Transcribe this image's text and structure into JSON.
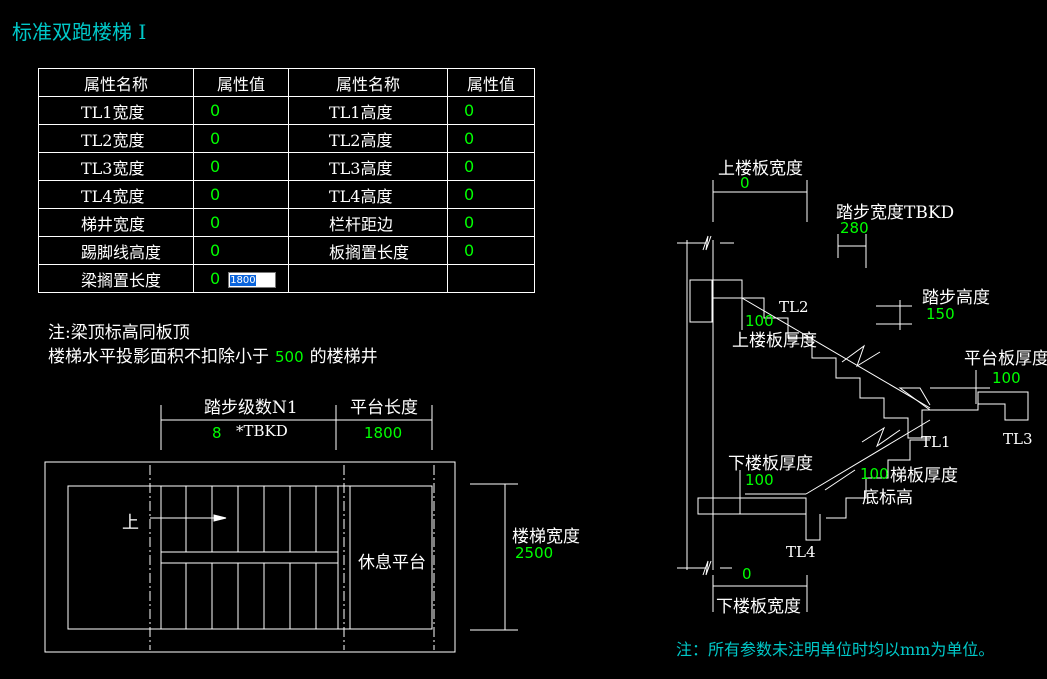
{
  "title": "标准双跑楼梯 I",
  "table": {
    "headers": [
      "属性名称",
      "属性值",
      "属性名称",
      "属性值"
    ],
    "rows": [
      {
        "name1": "TL1宽度",
        "val1": "0",
        "name2": "TL1高度",
        "val2": "0"
      },
      {
        "name1": "TL2宽度",
        "val1": "0",
        "name2": "TL2高度",
        "val2": "0"
      },
      {
        "name1": "TL3宽度",
        "val1": "0",
        "name2": "TL3高度",
        "val2": "0"
      },
      {
        "name1": "TL4宽度",
        "val1": "0",
        "name2": "TL4高度",
        "val2": "0"
      },
      {
        "name1": "梯井宽度",
        "val1": "0",
        "name2": "栏杆距边",
        "val2": "0"
      },
      {
        "name1": "踢脚线高度",
        "val1": "0",
        "name2": "板搁置长度",
        "val2": "0"
      },
      {
        "name1": "梁搁置长度",
        "val1": "0",
        "edit_value": "1800"
      }
    ]
  },
  "notes": {
    "line1": "注:梁顶标高同板顶",
    "line2_prefix": "楼梯水平投影面积不扣除小于",
    "line2_value": "500",
    "line2_suffix": "的楼梯井"
  },
  "plan": {
    "steps_label": "踏步级数N1",
    "steps_value": "8",
    "steps_unit": "*TBKD",
    "landing_label": "平台长度",
    "landing_value": "1800",
    "up_label": "上",
    "rest_label": "休息平台",
    "width_label": "楼梯宽度",
    "width_value": "2500"
  },
  "section": {
    "upper_slab_width_label": "上楼板宽度",
    "upper_slab_width_value": "0",
    "tread_width_label": "踏步宽度TBKD",
    "tread_width_value": "280",
    "riser_label": "踏步高度",
    "riser_value": "150",
    "tl2": "TL2",
    "upper_thk_value": "100",
    "upper_thk_label": "上楼板厚度",
    "landing_thk_label": "平台板厚度",
    "landing_thk_value": "100",
    "tl1": "TL1",
    "tl3": "TL3",
    "lower_thk_label": "下楼板厚度",
    "lower_thk_value": "100",
    "stair_thk_value": "100",
    "stair_thk_label": "梯板厚度",
    "bottom_elev_label": "底标高",
    "tl4": "TL4",
    "lower_slab_width_value": "0",
    "lower_slab_width_label": "下楼板宽度"
  },
  "footer": "注：所有参数未注明单位时均以mm为单位。"
}
